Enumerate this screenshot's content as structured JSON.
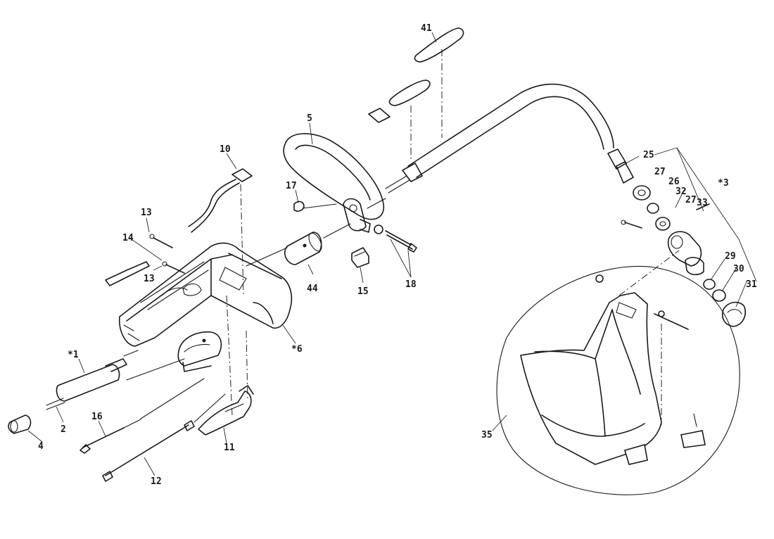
{
  "labels": {
    "l41": "41",
    "l5": "5",
    "l10": "10",
    "l25": "25",
    "l27a": "27",
    "l26": "26",
    "l32": "32",
    "l27b": "27",
    "l33": "33",
    "l3": "*3",
    "l17": "17",
    "l13a": "13",
    "l14": "14",
    "l13b": "13",
    "l44": "44",
    "l15": "15",
    "l18": "18",
    "l6": "*6",
    "l29": "29",
    "l30": "30",
    "l31": "31",
    "l1": "*1",
    "l2": "2",
    "l4": "4",
    "l16": "16",
    "l12": "12",
    "l11": "11",
    "l35": "35"
  }
}
